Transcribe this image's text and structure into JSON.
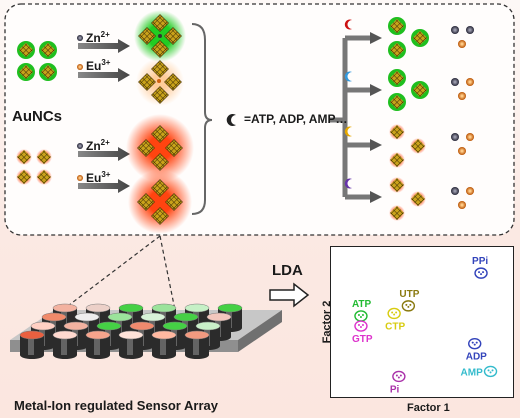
{
  "scheme": {
    "aunc_label": "AuNCs",
    "ion_zn": "Zn",
    "ion_zn_charge": "2+",
    "ion_eu": "Eu",
    "ion_eu_charge": "3+",
    "analytes_label": "=ATP, ADP, AMP…"
  },
  "sensor": {
    "caption": "Metal-Ion regulated Sensor Array"
  },
  "lda": {
    "arrow_label": "LDA"
  },
  "chart_data": {
    "type": "scatter",
    "title": "",
    "xlabel": "Factor 1",
    "ylabel": "Factor 2",
    "grid": false,
    "points": [
      {
        "name": "PPi",
        "x": 0.88,
        "y": 0.88,
        "color": "#3344bb"
      },
      {
        "name": "UTP",
        "x": 0.42,
        "y": 0.62,
        "color": "#8a7a10"
      },
      {
        "name": "ATP",
        "x": 0.12,
        "y": 0.54,
        "color": "#22bb33"
      },
      {
        "name": "CTP",
        "x": 0.33,
        "y": 0.56,
        "color": "#d8cc10"
      },
      {
        "name": "GTP",
        "x": 0.12,
        "y": 0.46,
        "color": "#dd33cc"
      },
      {
        "name": "ADP",
        "x": 0.84,
        "y": 0.32,
        "color": "#3344bb"
      },
      {
        "name": "AMP",
        "x": 0.94,
        "y": 0.1,
        "color": "#33bbcc"
      },
      {
        "name": "Pi",
        "x": 0.36,
        "y": 0.06,
        "color": "#aa33aa"
      }
    ]
  }
}
